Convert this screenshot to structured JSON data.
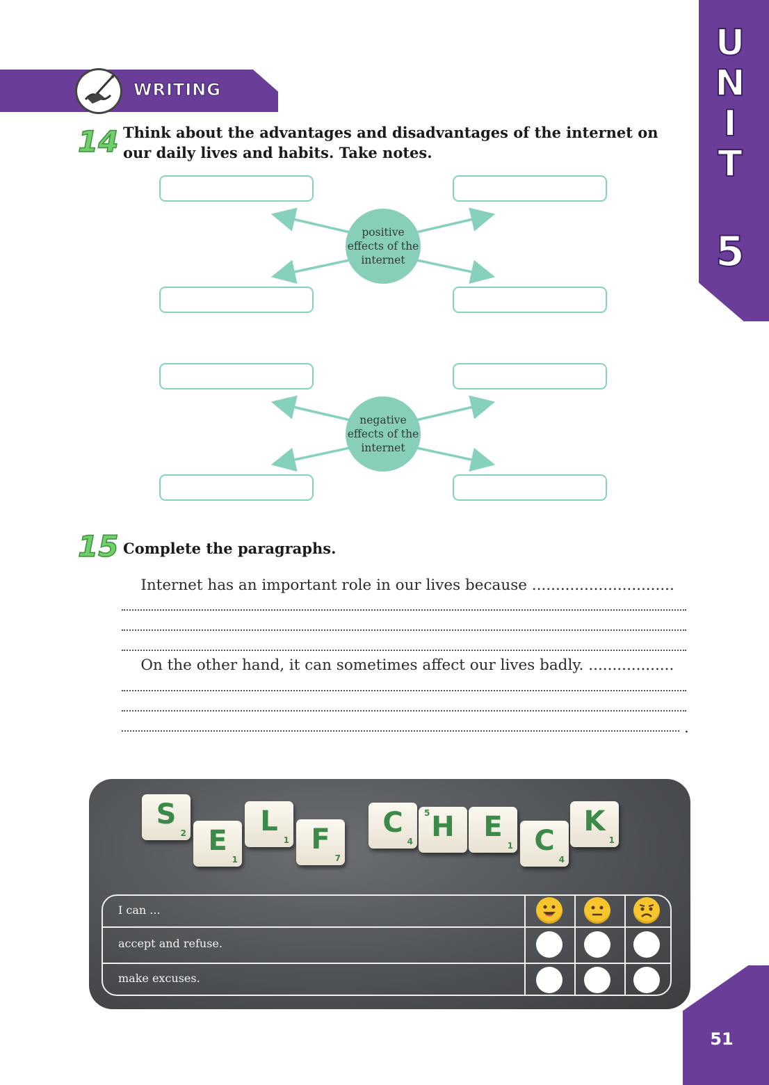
{
  "unit_tab": {
    "letters": [
      "U",
      "N",
      "I",
      "T"
    ],
    "number": "5"
  },
  "section": {
    "title": "WRITING",
    "icon": "pen-writing-icon"
  },
  "exercise_14": {
    "number": "14",
    "instruction_line1": "Think about the advantages and disadvantages of the internet on",
    "instruction_line2": "our daily lives and habits. Take notes.",
    "positive_hub": {
      "line1": "positive",
      "line2": "effects of the",
      "line3": "internet"
    },
    "negative_hub": {
      "line1": "negative",
      "line2": "effects of the",
      "line3": "internet"
    }
  },
  "exercise_15": {
    "number": "15",
    "instruction": "Complete the paragraphs.",
    "paragraph1_start": "    Internet has an important role in our lives because ..............................",
    "paragraph2_start": "    On the other hand, it can sometimes affect our lives badly. ..................",
    "final_mark": "."
  },
  "self_check": {
    "tiles": [
      {
        "letter": "S",
        "score": "2"
      },
      {
        "letter": "E",
        "score": "1"
      },
      {
        "letter": "L",
        "score": "1"
      },
      {
        "letter": "F",
        "score": "7"
      },
      {
        "letter": "C",
        "score": "4"
      },
      {
        "letter": "H",
        "score": "5"
      },
      {
        "letter": "E",
        "score": "1"
      },
      {
        "letter": "C",
        "score": "4"
      },
      {
        "letter": "K",
        "score": "1"
      }
    ],
    "header": "I can ...",
    "rows": [
      "accept and refuse.",
      "make excuses."
    ],
    "ratings": [
      "happy-face-icon",
      "neutral-face-icon",
      "worried-face-icon"
    ],
    "colors": {
      "tile_text": "#3c8a4a",
      "emoji": "#f7c62f"
    }
  },
  "page_number": "51",
  "colors": {
    "purple": "#6a3d98",
    "teal": "#88cfba",
    "green_number": "#6fcf6a"
  }
}
